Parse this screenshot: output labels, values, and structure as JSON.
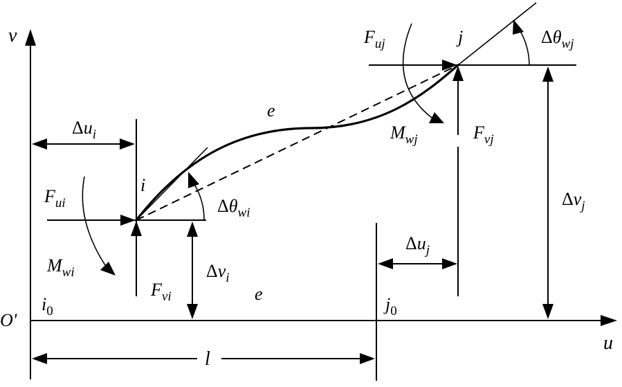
{
  "axes": {
    "v": "v",
    "u": "u",
    "origin": "O'"
  },
  "nodes": {
    "i": "i",
    "j": "j",
    "i0": "i",
    "i0_sub": "0",
    "j0": "j",
    "j0_sub": "0"
  },
  "element": {
    "deformed": "e",
    "undeformed": "e"
  },
  "forces": {
    "Fui": {
      "base": "F",
      "sub": "ui"
    },
    "Fvi": {
      "base": "F",
      "sub": "vi"
    },
    "Mwi": {
      "base": "M",
      "sub": "wi"
    },
    "Fuj": {
      "base": "F",
      "sub": "uj"
    },
    "Fvj": {
      "base": "F",
      "sub": "vj"
    },
    "Mwj": {
      "base": "M",
      "sub": "wj"
    }
  },
  "displacements": {
    "dui": {
      "delta": "Δ",
      "base": "u",
      "sub": "i"
    },
    "dvi": {
      "delta": "Δ",
      "base": "v",
      "sub": "i"
    },
    "dthi": {
      "delta": "Δ",
      "base": "θ",
      "sub": "wi"
    },
    "duj": {
      "delta": "Δ",
      "base": "u",
      "sub": "j"
    },
    "dvj": {
      "delta": "Δ",
      "base": "v",
      "sub": "j"
    },
    "dthj": {
      "delta": "Δ",
      "base": "θ",
      "sub": "wj"
    }
  },
  "length": "l"
}
